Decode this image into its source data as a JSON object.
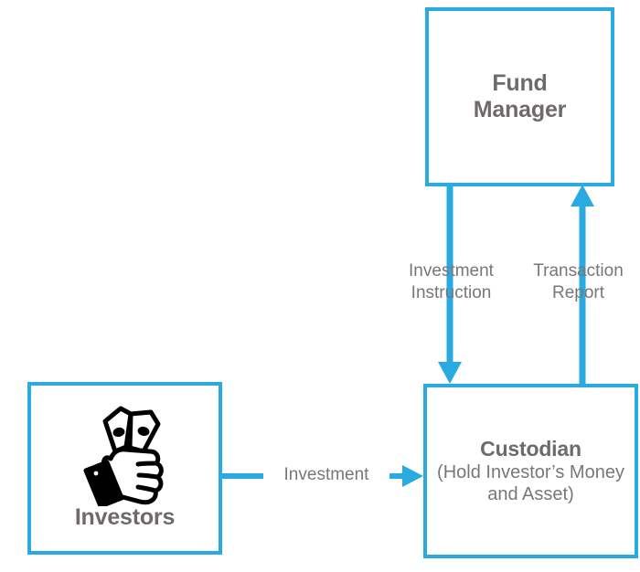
{
  "diagram": {
    "accent_color": "#29ABE2",
    "title_color": "#6E6A6A",
    "label_color": "#7A7676",
    "background": "#ffffff",
    "nodes": [
      {
        "id": "fund-manager",
        "title": "Fund",
        "title_line2": "Manager"
      },
      {
        "id": "custodian",
        "title": "Custodian",
        "subtitle": "(Hold Investor’s\nMoney and\nAsset)"
      },
      {
        "id": "investors",
        "title": "Investors",
        "icon": "hand-holding-money-icon"
      }
    ],
    "edges": [
      {
        "id": "investment",
        "label": "Investment",
        "from": "investors",
        "to": "custodian",
        "direction": "right"
      },
      {
        "id": "investment-instruction",
        "label": "Investment\nInstruction",
        "from": "fund-manager",
        "to": "custodian",
        "direction": "down"
      },
      {
        "id": "transaction-report",
        "label": "Transaction\nReport",
        "from": "custodian",
        "to": "fund-manager",
        "direction": "up"
      }
    ]
  }
}
